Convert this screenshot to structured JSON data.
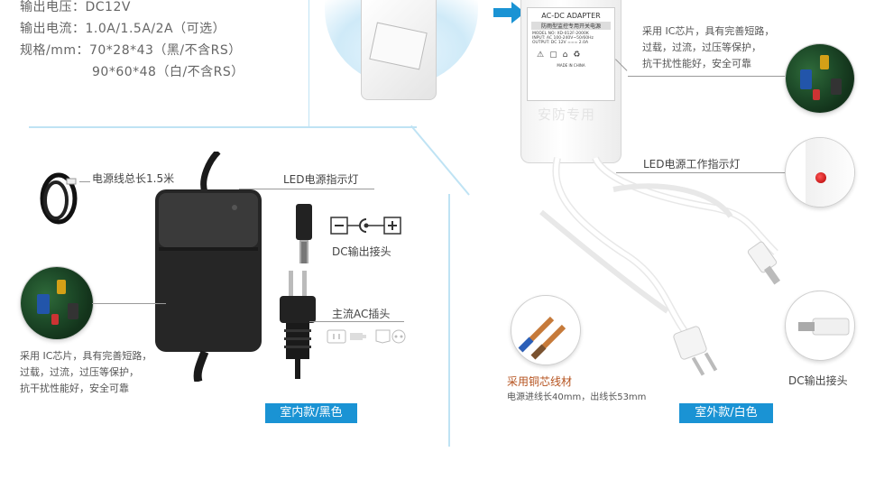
{
  "specs": {
    "voltage": "输出电压：DC12V",
    "current": "输出电流：1.0A/1.5A/2A（可选）",
    "size_black": "规格/mm：70*28*43（黑/不含RS）",
    "size_white": "90*60*48（白/不含RS）"
  },
  "indoor": {
    "cable_length": "电源线总长1.5米",
    "led_label": "LED电源指示灯",
    "dc_label": "DC输出接头",
    "ac_label": "主流AC插头",
    "chip_text": [
      "采用 IC芯片，具有完善短路，",
      "过载，过流，过压等保护，",
      "抗干扰性能好，安全可靠"
    ],
    "tag": "室内款/黑色"
  },
  "outdoor": {
    "adapter_text": [
      "AC-DC  ADAPTER",
      "防雨型监控专用开关电源",
      "MODEL NO: XD-012F-2000K",
      "INPUT: AC 100-240V~50/60Hz",
      "OUTPUT: DC 12V === 2.0A",
      "MADE IN CHINA",
      "安防专用"
    ],
    "chip_text": [
      "采用 IC芯片，具有完善短路，",
      "过载，过流，过压等保护，",
      "抗干扰性能好，安全可靠"
    ],
    "led_label": "LED电源工作指示灯",
    "copper_label": "采用铜芯线材",
    "wire_length": "电源进线长40mm，出线长53mm",
    "dc_label": "DC输出接头",
    "tag": "室外款/白色"
  },
  "colors": {
    "accent": "#1a93d4",
    "panel_line": "#bfe3f4"
  }
}
